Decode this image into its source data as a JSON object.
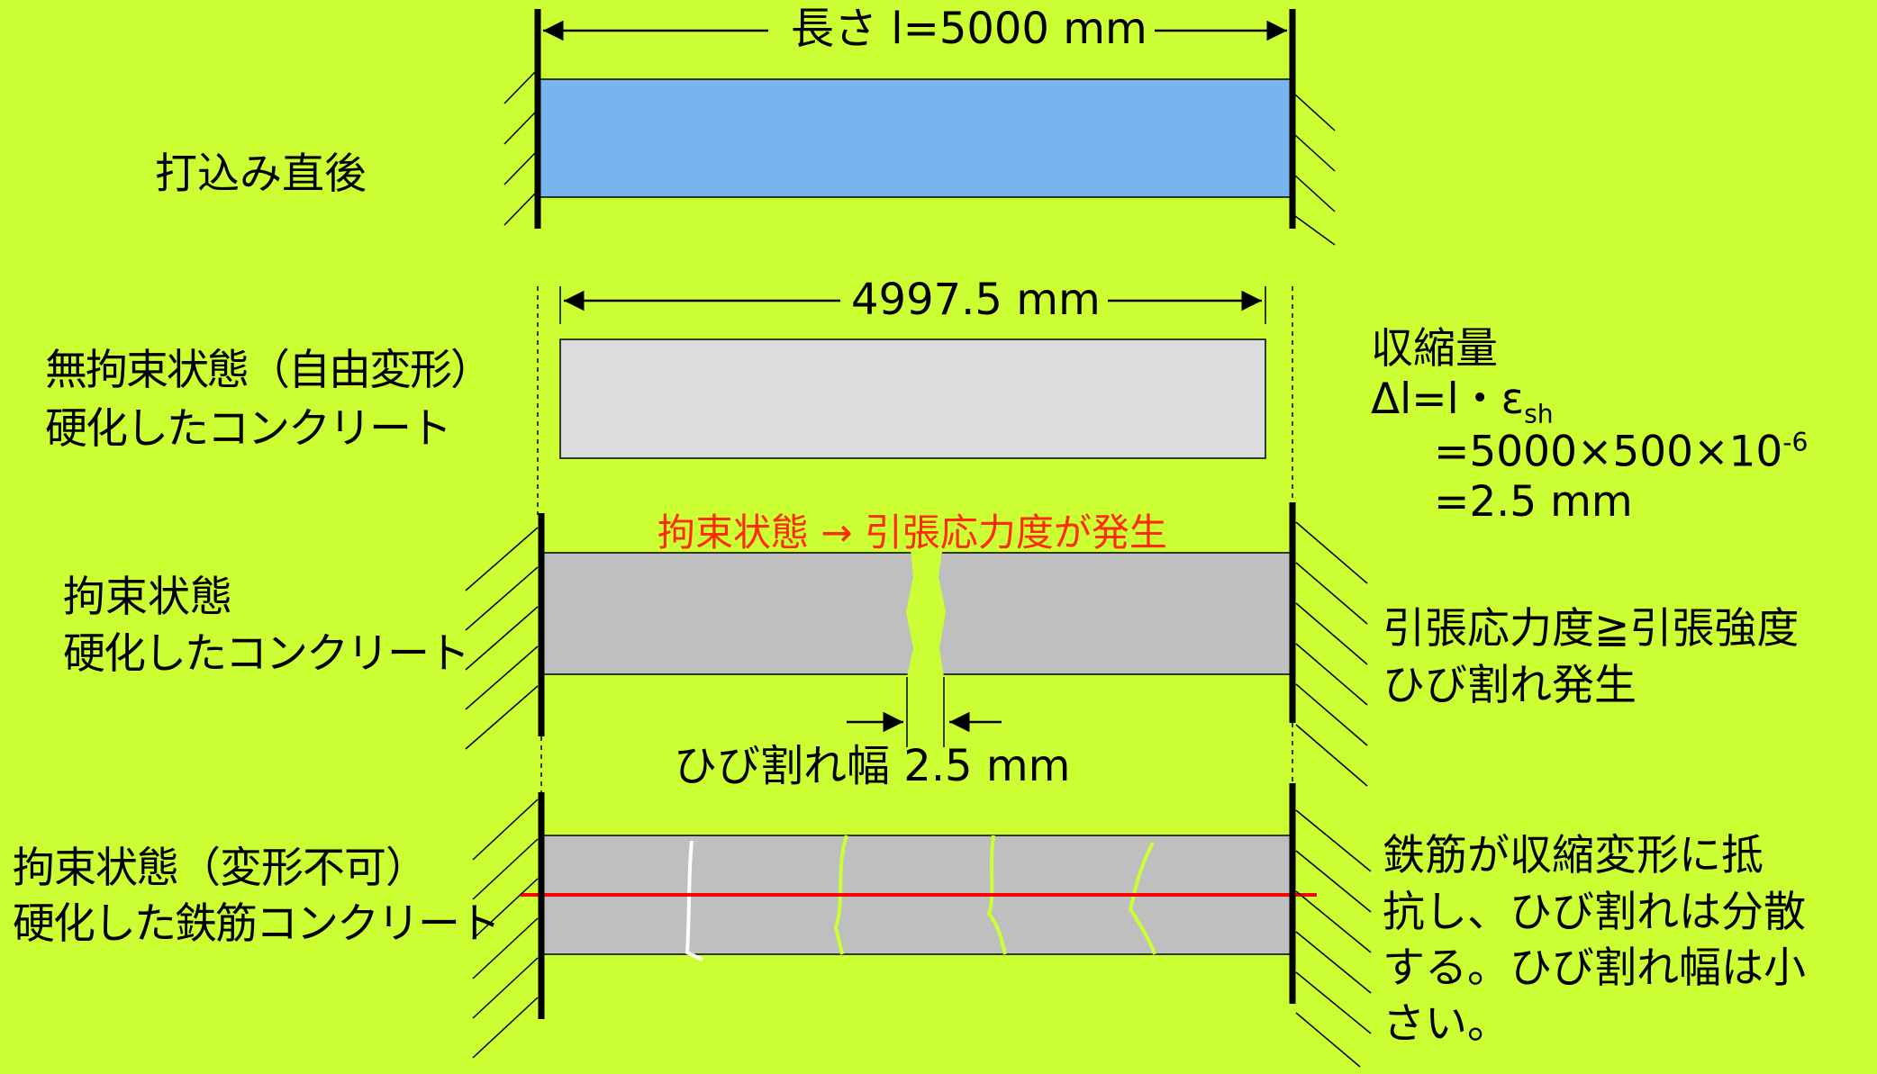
{
  "title": "",
  "dimensions": {
    "length_label": "長さ l=5000 mm",
    "free_length_label": "4997.5 mm",
    "crack_width_label": "ひび割れ幅 2.5 mm"
  },
  "rows": [
    {
      "id": "just-after-casting",
      "label_lines": [
        "打込み直後"
      ]
    },
    {
      "id": "unrestrained",
      "label_lines": [
        "無拘束状態（自由変形）",
        "硬化したコンクリート"
      ]
    },
    {
      "id": "restrained",
      "label_lines": [
        "拘束状態",
        "硬化したコンクリート"
      ]
    },
    {
      "id": "restrained-rc",
      "label_lines": [
        "拘束状態（変形不可）",
        "硬化した鉄筋コンクリート"
      ]
    }
  ],
  "annotations": {
    "shrinkage_title": "収縮量",
    "shrinkage_formula_main": "Δl=l・ε",
    "shrinkage_formula_sub": "sh",
    "shrinkage_calc_base": "=5000×500×10",
    "shrinkage_calc_exp": "-6",
    "shrinkage_result": "=2.5 mm",
    "tension_note": "拘束状態 → 引張応力度が発生",
    "crack_condition_lines": [
      "引張応力度≧引張強度",
      "ひび割れ発生"
    ],
    "rebar_note_lines": [
      "鉄筋が収縮変形に抵",
      "抗し、ひび割れは分散",
      "する。ひび割れ幅は小",
      "さい。"
    ]
  },
  "colors": {
    "background": "#ccff33",
    "fresh_concrete": "#7ab4f0",
    "free_concrete": "#dcdcdc",
    "hardened_concrete": "#bfbfbf",
    "tension_text": "#ff2a00",
    "rebar": "#ff0000",
    "crack": "#ccff33",
    "crack_white": "#ffffff"
  }
}
